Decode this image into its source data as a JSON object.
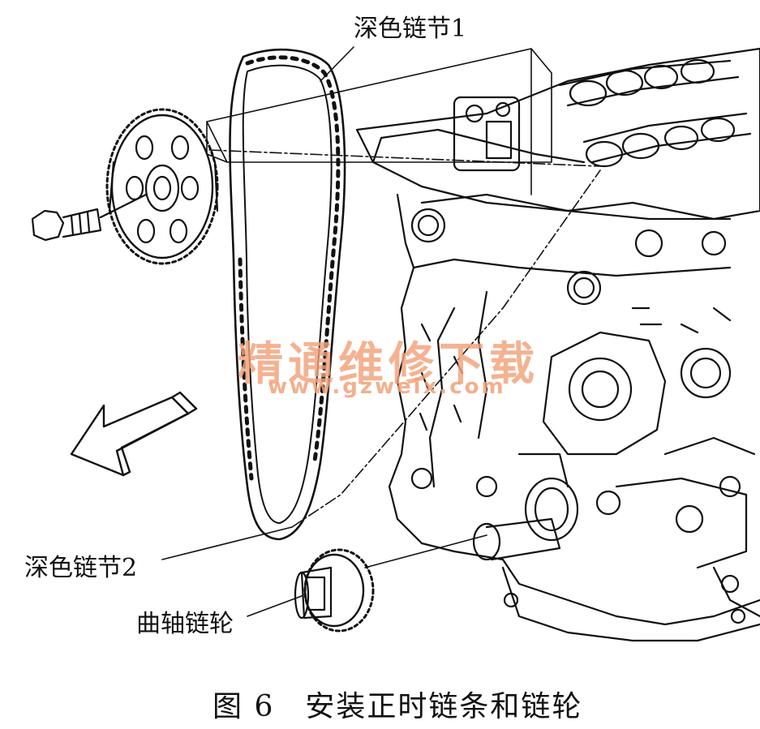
{
  "labels": {
    "dark_link_1": "深色链节1",
    "dark_link_2": "深色链节2",
    "crankshaft_sprocket": "曲轴链轮"
  },
  "caption": "图 6　安装正时链条和链轮",
  "watermark": {
    "chinese": "精通维修下载",
    "url": "www.gzweix.com"
  },
  "colors": {
    "line": "#111111",
    "background": "#ffffff",
    "watermark": "#f2a27a"
  },
  "icons": {
    "direction_arrow": "arrow-left-icon"
  }
}
